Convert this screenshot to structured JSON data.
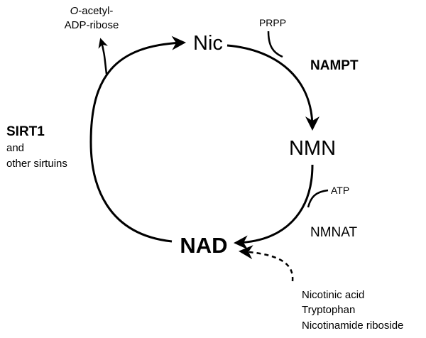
{
  "nodes": {
    "nic": "Nic",
    "nmn": "NMN",
    "nad": "NAD"
  },
  "enzymes": {
    "nampt": "NAMPT",
    "nmnat": "NMNAT",
    "sirt_title": "SIRT1",
    "sirt_line2": "and",
    "sirt_line3": "other sirtuins"
  },
  "cofactors": {
    "prpp": "PRPP",
    "atp": "ATP"
  },
  "byproduct": {
    "prefix_italic": "O",
    "line1_rest": "-acetyl-",
    "line2": "ADP-ribose"
  },
  "precursors": [
    "Nicotinic acid",
    "Tryptophan",
    "Nicotinamide riboside"
  ],
  "colors": {
    "line": "#000000",
    "background": "#ffffff"
  }
}
